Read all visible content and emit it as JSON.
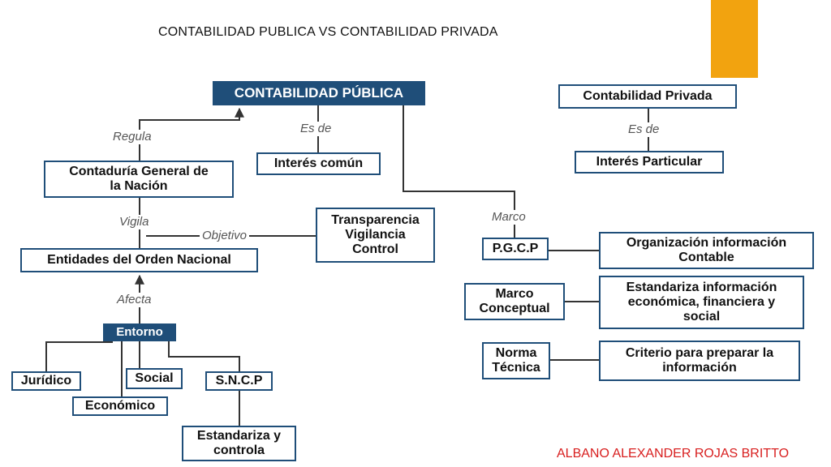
{
  "slide": {
    "title": "CONTABILIDAD PUBLICA VS CONTABILIDAD PRIVADA",
    "author": "ALBANO ALEXANDER ROJAS BRITTO",
    "accent_color": "#f2a30f",
    "author_color": "#d81e1e"
  },
  "diagram": {
    "box_color": "#1f4e79",
    "nodes": {
      "contabilidad_publica": "CONTABILIDAD PÚBLICA",
      "contaduria_general": "Contaduría General de\nla Nación",
      "interes_comun": "Interés común",
      "transparencia": "Transparencia\nVigilancia\nControl",
      "entidades": "Entidades del Orden Nacional",
      "entorno": "Entorno",
      "juridico": "Jurídico",
      "economico": "Económico",
      "social": "Social",
      "sncp": "S.N.C.P",
      "estandariza_controla": "Estandariza y\ncontrola",
      "pgcp": "P.G.C.P",
      "organizacion": "Organización información\nContable",
      "marco_conceptual": "Marco\nConceptual",
      "estandariza_info": "Estandariza información\neconómica, financiera y\nsocial",
      "norma_tecnica": "Norma\nTécnica",
      "criterio": "Criterio para preparar la\ninformación",
      "contabilidad_privada": "Contabilidad Privada",
      "interes_particular": "Interés Particular"
    },
    "edge_labels": {
      "regula": "Regula",
      "es_de_publica": "Es de",
      "vigila": "Vigila",
      "objetivo": "Objetivo",
      "afecta": "Afecta",
      "marco": "Marco",
      "es_de_privada": "Es de"
    }
  }
}
